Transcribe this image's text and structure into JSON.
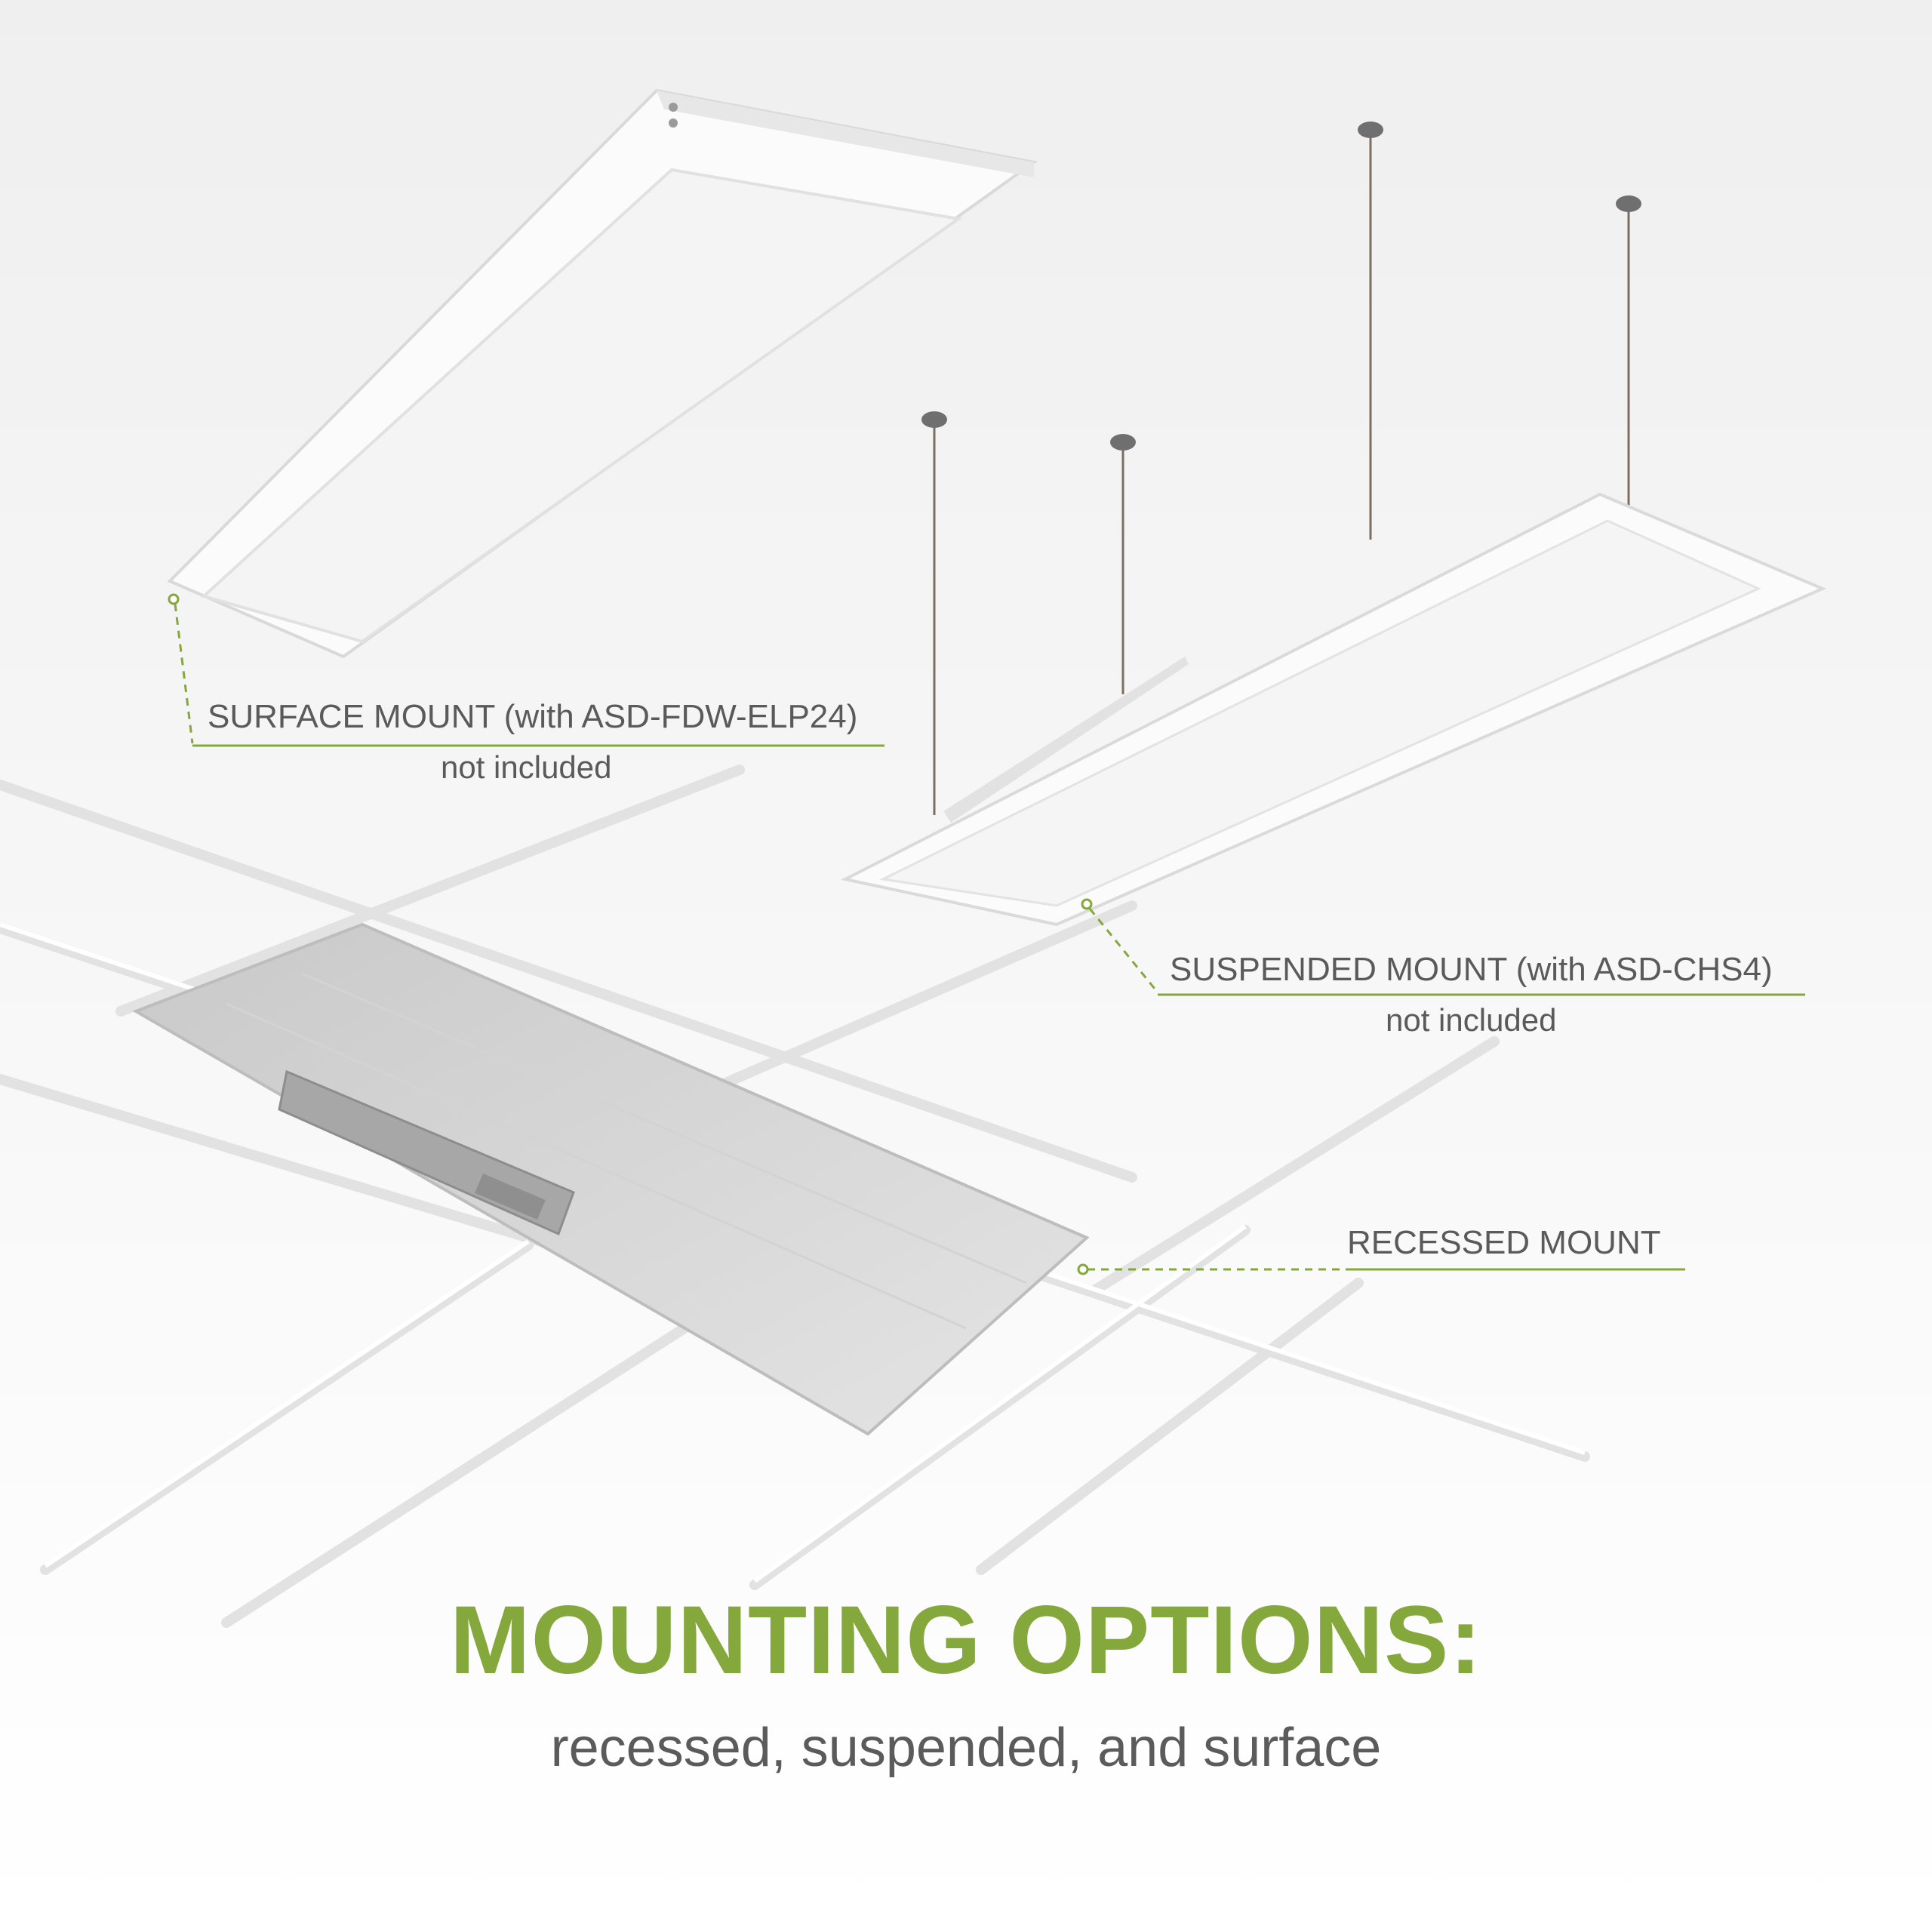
{
  "callouts": {
    "surface": {
      "label": "SURFACE MOUNT (with ASD-FDW-ELP24)",
      "note": "not included"
    },
    "suspended": {
      "label": "SUSPENDED MOUNT (with ASD-CHS4)",
      "note": "not included"
    },
    "recessed": {
      "label": "RECESSED MOUNT"
    }
  },
  "heading": {
    "title": "MOUNTING OPTIONS:",
    "subtitle": "recessed, suspended, and surface"
  },
  "colors": {
    "accent": "#84a83c",
    "text": "#5a5a5a",
    "background": "#f6f6f6"
  }
}
